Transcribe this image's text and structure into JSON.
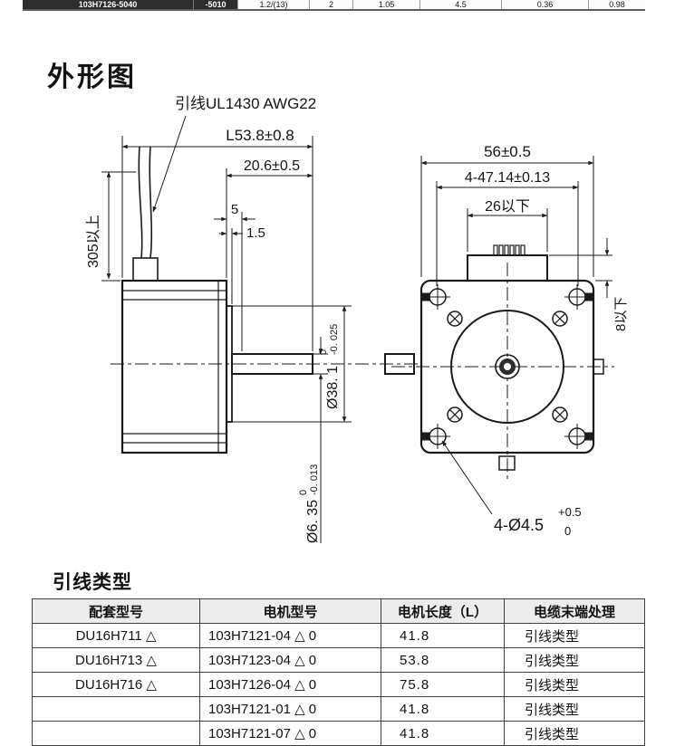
{
  "top_row": {
    "model": "103H7126-5040",
    "suffix": "-5010",
    "values": [
      "1.2/(13)",
      "2",
      "1.05",
      "4.5",
      "0.36",
      "0.98"
    ]
  },
  "outline_section": {
    "title": "外形图",
    "drawing": {
      "lead_label": "引线UL1430 AWG22",
      "dim_motor_length": "L53.8±0.8",
      "dim_shaft_length": "20.6±0.5",
      "dim_five": "5",
      "dim_one_point_five": "1.5",
      "dim_wire_length": "305以上",
      "dim_pilot_dia": "Ø38. 1",
      "dim_pilot_tol_upper": "0",
      "dim_pilot_tol_lower": "-0. 025",
      "dim_shaft_dia": "Ø6. 35",
      "dim_shaft_tol_upper": "0",
      "dim_shaft_tol_lower": "-0. 013",
      "dim_width": "56±0.5",
      "dim_hole_pitch": "4-47.14±0.13",
      "dim_connector_width": "26以下",
      "dim_connector_height": "8以下",
      "dim_mount_holes": "4-Ø4.5",
      "dim_mount_holes_tol_upper": "+0.5",
      "dim_mount_holes_tol_lower": "0"
    }
  },
  "lead_type_section": {
    "title": "引线类型",
    "table": {
      "headers": [
        "配套型号",
        "电机型号",
        "电机长度（L）",
        "电缆末端处理"
      ],
      "rows": [
        {
          "pair": "DU16H711 △",
          "motor": "103H7121-04 △ 0",
          "length": "41.8",
          "cable": "引线类型"
        },
        {
          "pair": "DU16H713 △",
          "motor": "103H7123-04 △ 0",
          "length": "53.8",
          "cable": "引线类型"
        },
        {
          "pair": "DU16H716 △",
          "motor": "103H7126-04 △ 0",
          "length": "75.8",
          "cable": "引线类型"
        },
        {
          "pair": "",
          "motor": "103H7121-01 △ 0",
          "length": "41.8",
          "cable": "引线类型"
        },
        {
          "pair": "",
          "motor": "103H7121-07 △ 0",
          "length": "41.8",
          "cable": "引线类型"
        }
      ]
    }
  }
}
